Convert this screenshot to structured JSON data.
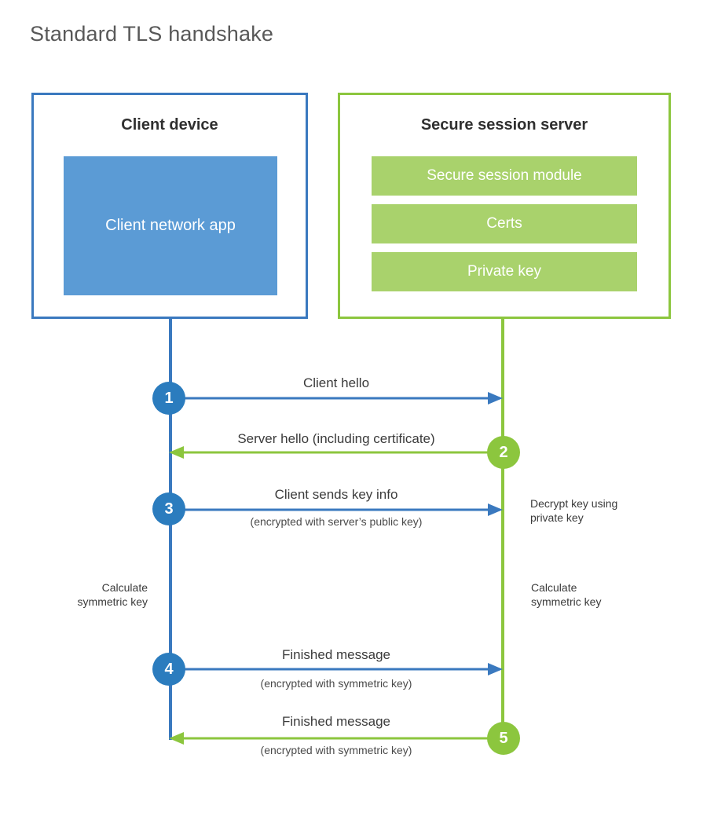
{
  "title": "Standard TLS handshake",
  "parties": {
    "client": {
      "name": "Client device",
      "blocks": [
        {
          "label": "Client network app"
        }
      ],
      "accent": "#3a79bf",
      "block_color": "#5b9bd5"
    },
    "server": {
      "name": "Secure session server",
      "blocks": [
        {
          "label": "Secure session module"
        },
        {
          "label": "Certs"
        },
        {
          "label": "Private key"
        }
      ],
      "accent": "#8cc63e",
      "block_color": "#a9d26c"
    }
  },
  "steps": [
    {
      "number": "1",
      "label": "Client hello",
      "sublabel": "",
      "direction": "client-to-server",
      "color": "#2b7cbe"
    },
    {
      "number": "2",
      "label": "Server hello (including certificate)",
      "sublabel": "",
      "direction": "server-to-client",
      "color": "#8cc63e"
    },
    {
      "number": "3",
      "label": "Client sends key info",
      "sublabel": "(encrypted with server’s public key)",
      "direction": "client-to-server",
      "color": "#2b7cbe"
    },
    {
      "number": "4",
      "label": "Finished message",
      "sublabel": "(encrypted with symmetric key)",
      "direction": "client-to-server",
      "color": "#2b7cbe"
    },
    {
      "number": "5",
      "label": "Finished message",
      "sublabel": "(encrypted with symmetric key)",
      "direction": "server-to-client",
      "color": "#8cc63e"
    }
  ],
  "notes": [
    {
      "id": "decrypt-key",
      "text_line1": "Decrypt key using",
      "text_line2": "private key",
      "side": "server"
    },
    {
      "id": "client-calculate-symmetric-key",
      "text_line1": "Calculate",
      "text_line2": "symmetric key",
      "side": "client"
    },
    {
      "id": "server-calculate-symmetric-key",
      "text_line1": "Calculate",
      "text_line2": "symmetric key",
      "side": "server"
    }
  ]
}
